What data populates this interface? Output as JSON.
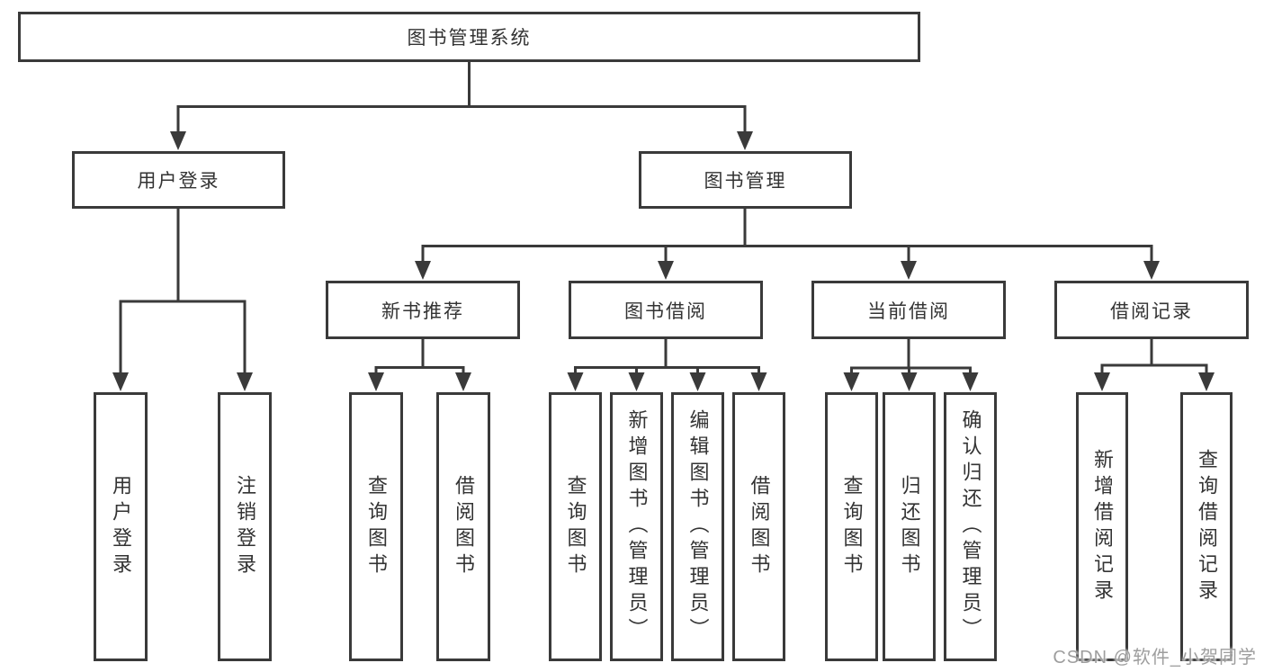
{
  "colors": {
    "line": "#3a3a3a",
    "box_border": "#3a3a3a",
    "text": "#333333",
    "watermark": "#9e9e9e",
    "background": "#ffffff"
  },
  "diagram": {
    "root": {
      "label": "图书管理系统"
    },
    "level2": [
      {
        "label": "用户登录"
      },
      {
        "label": "图书管理"
      }
    ],
    "level3": [
      {
        "label": "新书推荐"
      },
      {
        "label": "图书借阅"
      },
      {
        "label": "当前借阅"
      },
      {
        "label": "借阅记录"
      }
    ],
    "leaves": {
      "user_login": [
        "用户登录",
        "注销登录"
      ],
      "new_book": [
        "查询图书",
        "借阅图书"
      ],
      "book_borrow": [
        "查询图书",
        "新增图书（管理员）",
        "编辑图书（管理员）",
        "借阅图书"
      ],
      "current_borrow": [
        "查询图书",
        "归还图书",
        "确认归还（管理员）"
      ],
      "borrow_record": [
        "新增借阅记录",
        "查询借阅记录"
      ]
    }
  },
  "watermark": {
    "text": "CSDN @软件_小贺同学"
  }
}
